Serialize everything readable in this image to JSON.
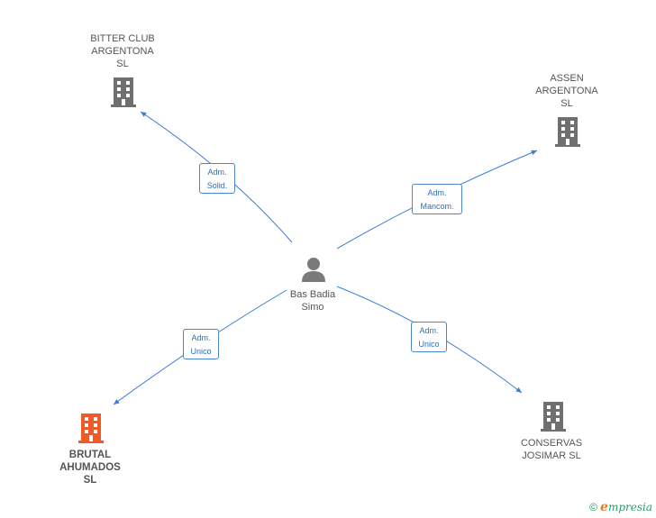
{
  "diagram": {
    "center": {
      "name": "Bas Badia\nSimo",
      "icon": "person-icon"
    },
    "companies": [
      {
        "id": "bitter",
        "name": "BITTER CLUB\nARGENTONA\nSL",
        "icon": "building-icon",
        "color": "#6f6f6f"
      },
      {
        "id": "assen",
        "name": "ASSEN\nARGENTONA\nSL",
        "icon": "building-icon",
        "color": "#6f6f6f"
      },
      {
        "id": "brutal",
        "name": "BRUTAL\nAHUMADOS\nSL",
        "icon": "building-icon",
        "color": "#f05a28",
        "highlight": true
      },
      {
        "id": "conservas",
        "name": "CONSERVAS\nJOSIMAR SL",
        "icon": "building-icon",
        "color": "#6f6f6f"
      }
    ],
    "relations": [
      {
        "to": "bitter",
        "label": "Adm.\nSolid."
      },
      {
        "to": "assen",
        "label": "Adm.\nMancom."
      },
      {
        "to": "brutal",
        "label": "Adm.\nUnico"
      },
      {
        "to": "conservas",
        "label": "Adm.\nUnico"
      }
    ],
    "edge_color": "#3b7dd8"
  },
  "footer": {
    "copyright": "©",
    "brand_initial": "e",
    "brand_rest": "mpresia"
  }
}
